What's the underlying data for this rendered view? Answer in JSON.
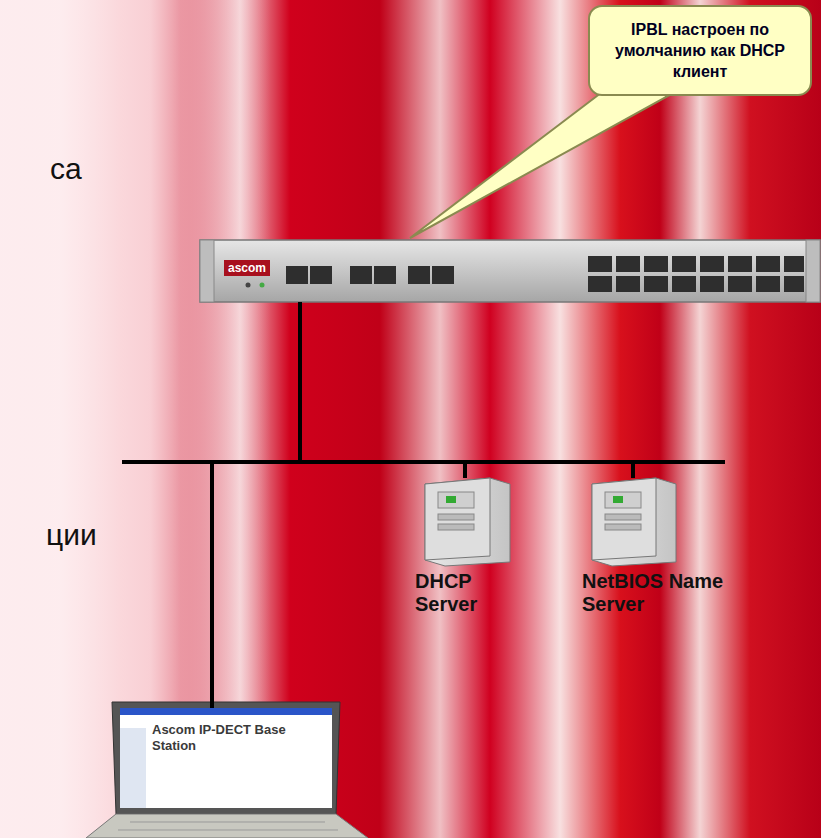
{
  "diagram": {
    "nodes": [
      {
        "text": [
          "IPBL настроен по умолчанию как DHCP клиент"
        ]
      },
      {
        "text": [
          "ascom"
        ]
      },
      {
        "text": [
          "Ascom IP-DECT Base Station"
        ]
      },
      {
        "text": [
          "DHCP Server"
        ]
      },
      {
        "text": [
          "NetBIOS Name Server"
        ]
      }
    ],
    "edges": [
      {
        "from": 1,
        "to": 2,
        "arrow": "none"
      },
      {
        "from": 1,
        "to": 3,
        "arrow": "none"
      },
      {
        "from": 1,
        "to": 4,
        "arrow": "none"
      }
    ],
    "labels": [
      "са",
      "ции"
    ]
  }
}
